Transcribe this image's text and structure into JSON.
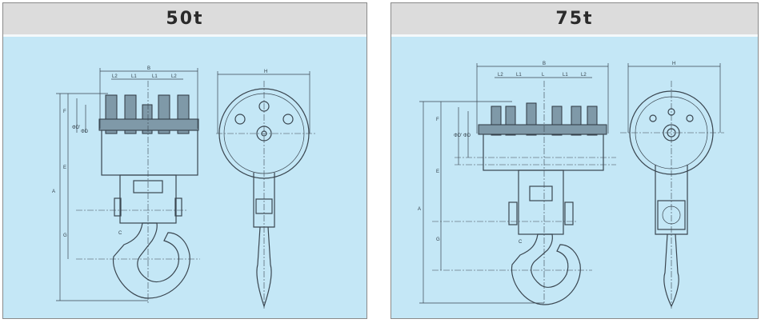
{
  "panels": [
    {
      "title": "50t",
      "labels": {
        "B": "B",
        "L2a": "L2",
        "L1a": "L1",
        "L1b": "L1",
        "L2b": "L2",
        "H": "H",
        "A": "A",
        "F": "F",
        "E": "E",
        "G": "G",
        "C": "C",
        "D1": "ΦD'",
        "D2": "ΦD"
      }
    },
    {
      "title": "75t",
      "labels": {
        "B": "B",
        "L2a": "L2",
        "L1a": "L1",
        "L": "L",
        "L1b": "L1",
        "L2b": "L2",
        "H": "H",
        "A": "A",
        "F": "F",
        "E": "E",
        "G": "G",
        "C": "C",
        "D1": "ΦD'",
        "D2": "ΦD"
      }
    }
  ],
  "colors": {
    "panel_bg": "#c4e7f6",
    "header_bg": "#dcdcdc",
    "line": "#3a4650"
  }
}
